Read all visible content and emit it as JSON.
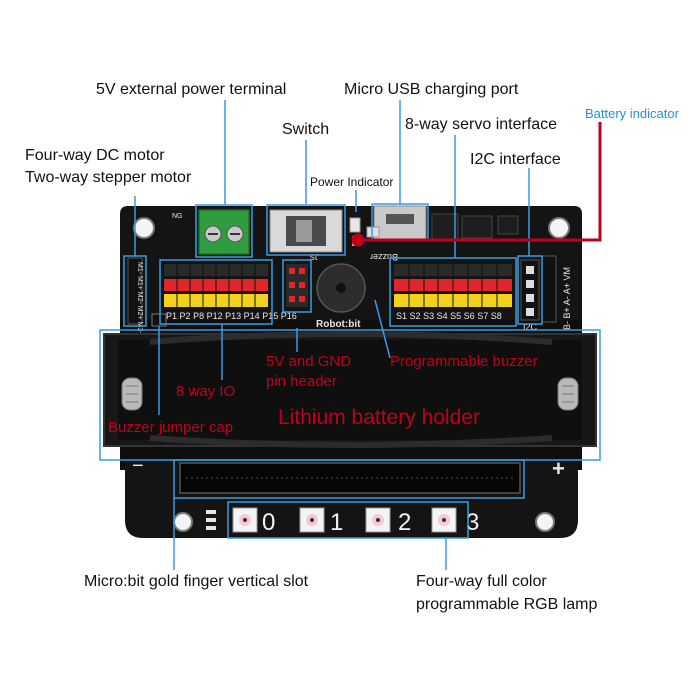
{
  "labels": {
    "power_terminal": "5V external power terminal",
    "micro_usb": "Micro USB charging port",
    "battery_indicator": "Battery indicator",
    "switch": "Switch",
    "servo_interface": "8-way servo interface",
    "dc_motor_line1": "Four-way DC motor",
    "dc_motor_line2": "Two-way stepper motor",
    "power_indicator": "Power Indicator",
    "i2c_interface": "I2C interface",
    "five_v_gnd_line1": "5V and GND",
    "five_v_gnd_line2": "pin header",
    "programmable_buzzer": "Programmable buzzer",
    "eight_way_io": "8 way IO",
    "buzzer_jumper_cap": "Buzzer jumper cap",
    "lithium_battery_holder": "Lithium battery holder",
    "microbit_slot": "Micro:bit gold finger vertical slot",
    "rgb_line1": "Four-way full color",
    "rgb_line2": "programmable RGB lamp"
  },
  "board": {
    "brand": "Robot:bit",
    "buzzer_text": "Buzzer",
    "i2c_text": "I2C",
    "left_header": "M1- M1+ M2- M2+ M3- M3+ M4- M4+",
    "right_header": "B- B+ A- A+ VM",
    "io_pins": [
      "P1",
      "P2",
      "P8",
      "P12",
      "P13",
      "P14",
      "P15",
      "P16"
    ],
    "servo_pins": [
      "S1",
      "S2",
      "S3",
      "S4",
      "S5",
      "S6",
      "S7",
      "S8"
    ],
    "rgb_numbers": [
      "0",
      "1",
      "2",
      "3"
    ],
    "plus_sign": "+",
    "minus_sign": "−",
    "ng_text": "NG",
    "js_text": "JS"
  },
  "colors": {
    "board": "#141414",
    "callout_blue": "#3a9be0",
    "callout_red": "#c00018",
    "terminal_green": "#2e9c3f",
    "pin_red": "#e0262a",
    "pin_yellow": "#f2d21a"
  }
}
